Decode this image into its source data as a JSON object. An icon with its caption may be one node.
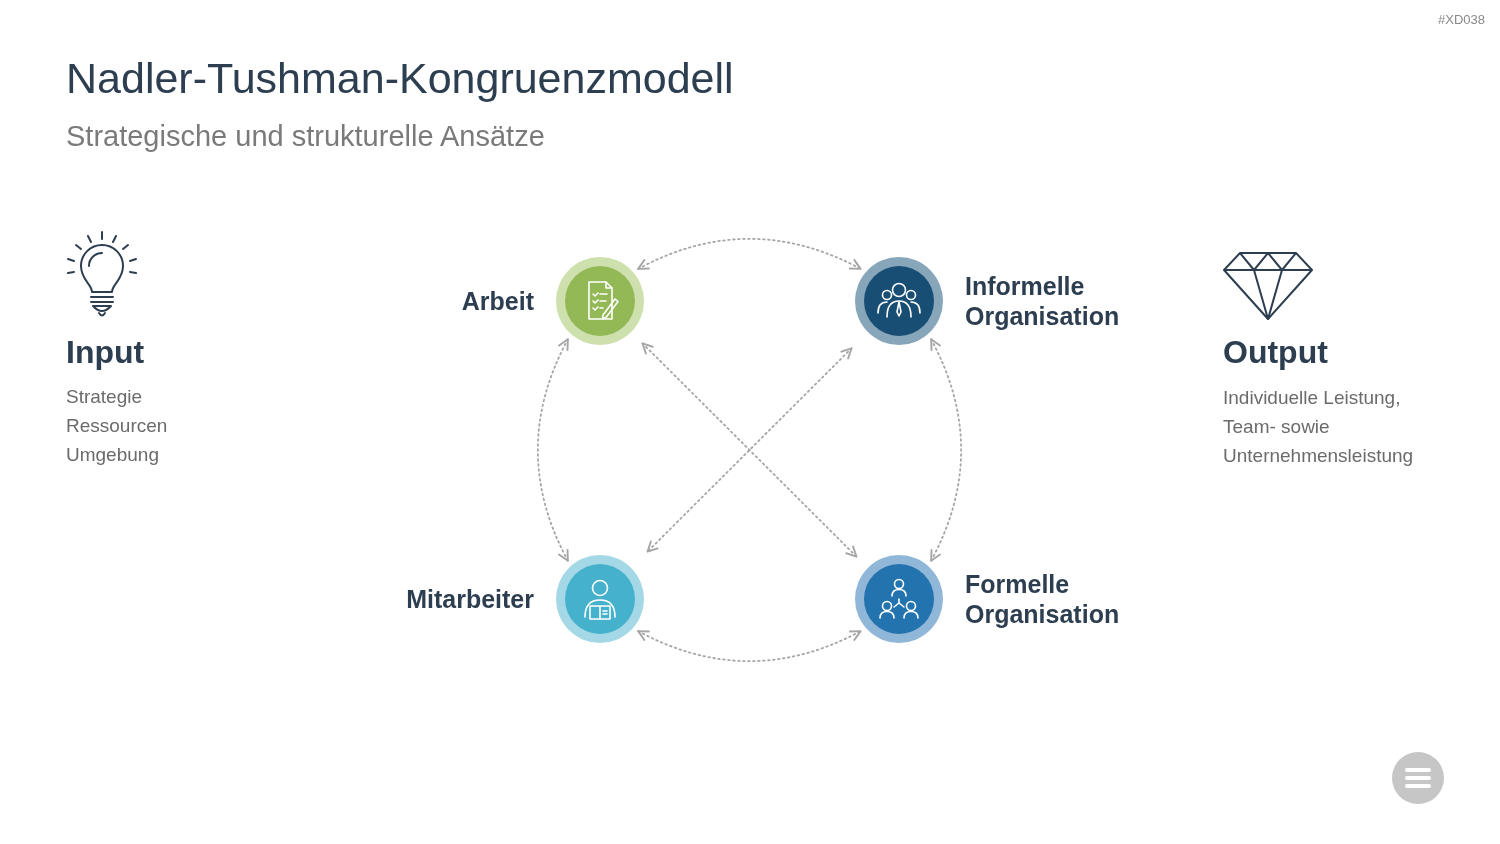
{
  "diagram": {
    "title": "Nadler-Tushman-Kongruenzmodell",
    "nodes": [
      {
        "text": [
          "Arbeit"
        ]
      },
      {
        "text": [
          "Informelle Organisation"
        ]
      },
      {
        "text": [
          "Mitarbeiter"
        ]
      },
      {
        "text": [
          "Formelle Organisation"
        ]
      }
    ],
    "edges": [
      {
        "from": 0,
        "to": 1,
        "arrow": "both",
        "style": "dashed"
      },
      {
        "from": 0,
        "to": 2,
        "arrow": "both",
        "style": "dashed"
      },
      {
        "from": 0,
        "to": 3,
        "arrow": "both",
        "style": "dashed"
      },
      {
        "from": 1,
        "to": 2,
        "arrow": "both",
        "style": "dashed"
      },
      {
        "from": 1,
        "to": 3,
        "arrow": "both",
        "style": "dashed"
      },
      {
        "from": 2,
        "to": 3,
        "arrow": "both",
        "style": "dashed"
      }
    ],
    "labels": [
      "#XD038",
      "Strategische und strukturelle Ansätze",
      "Input",
      "Strategie",
      "Ressourcen",
      "Umgebung",
      "Output",
      "Individuelle Leistung, Team- sowie Unternehmensleistung"
    ]
  }
}
